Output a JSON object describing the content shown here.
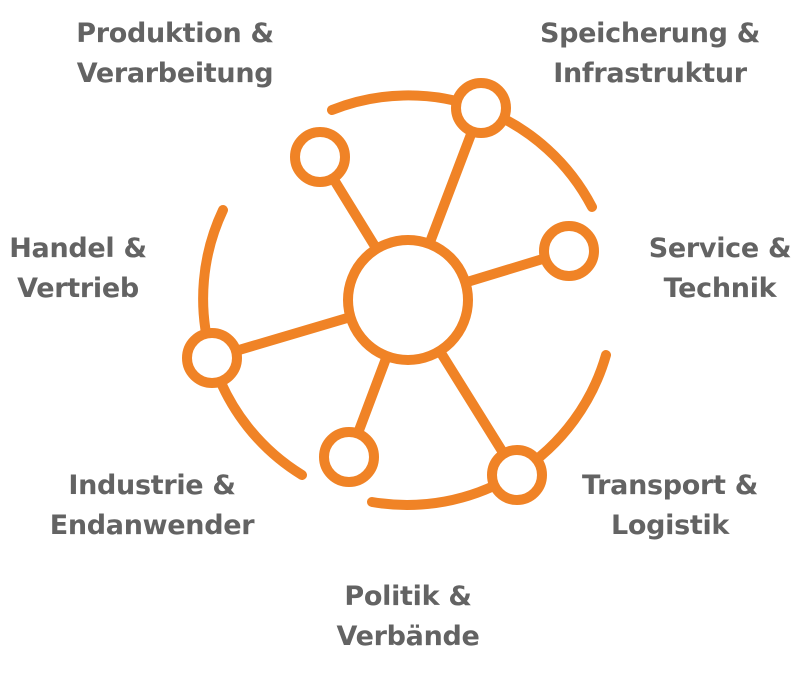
{
  "colors": {
    "accent": "#F08326",
    "text": "#636363"
  },
  "labels": {
    "produktion": {
      "line1": "Produktion &",
      "line2": "Verarbeitung"
    },
    "speicherung": {
      "line1": "Speicherung &",
      "line2": "Infrastruktur"
    },
    "service": {
      "line1": "Service &",
      "line2": "Technik"
    },
    "handel": {
      "line1": "Handel &",
      "line2": "Vertrieb"
    },
    "industrie": {
      "line1": "Industrie &",
      "line2": "Endanwender"
    },
    "transport": {
      "line1": "Transport &",
      "line2": "Logistik"
    },
    "politik": {
      "line1": "Politik &",
      "line2": "Verbände"
    }
  }
}
